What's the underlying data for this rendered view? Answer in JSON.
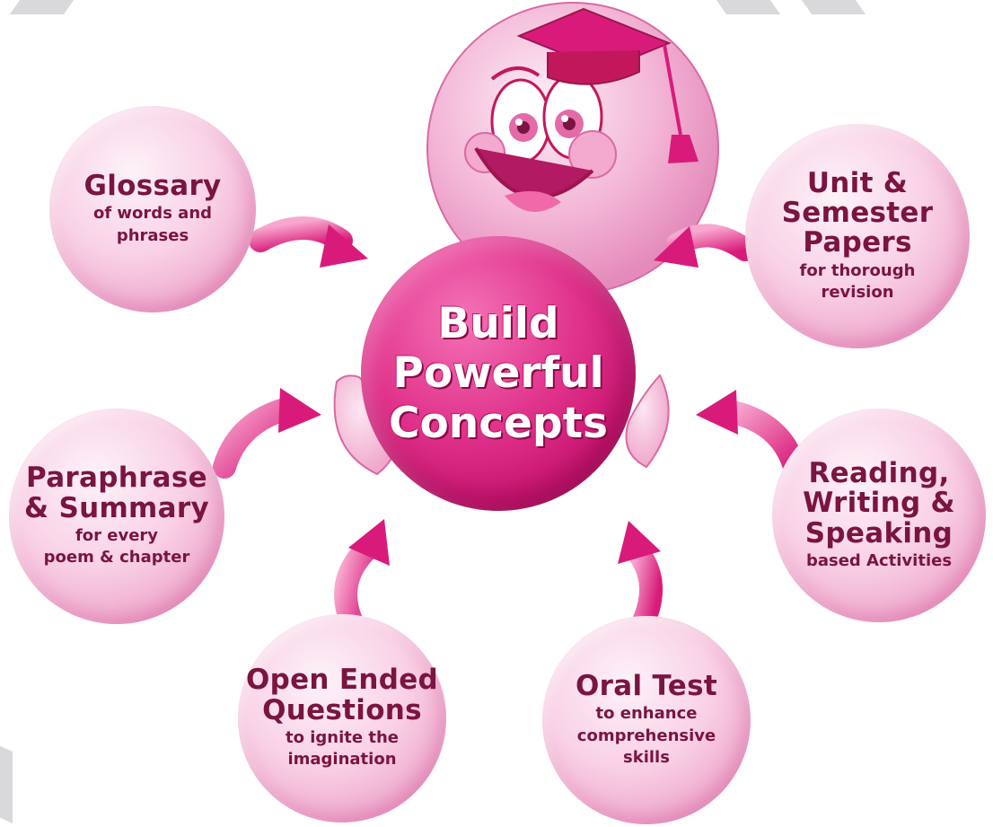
{
  "center": {
    "line1": "Build",
    "line2": "Powerful",
    "line3": "Concepts"
  },
  "bubbles": [
    {
      "title": [
        "Glossary"
      ],
      "sub": [
        "of words and",
        "phrases"
      ]
    },
    {
      "title": [
        "Unit &",
        "Semester",
        "Papers"
      ],
      "sub": [
        "for thorough",
        "revision"
      ]
    },
    {
      "title": [
        "Paraphrase",
        "& Summary"
      ],
      "sub": [
        "for every",
        "poem & chapter"
      ]
    },
    {
      "title": [
        "Reading,",
        "Writing &",
        "Speaking"
      ],
      "sub": [
        "based Activities"
      ]
    },
    {
      "title": [
        "Open Ended",
        "Questions"
      ],
      "sub": [
        "to ignite the",
        "imagination"
      ]
    },
    {
      "title": [
        "Oral Test"
      ],
      "sub": [
        "to enhance",
        "comprehensive",
        "skills"
      ]
    }
  ],
  "mascot": {
    "icon": "graduate-smiley-mascot"
  },
  "colors": {
    "accent": "#d81b7a",
    "text": "#7a1440",
    "bubble": "#f7c6df"
  }
}
